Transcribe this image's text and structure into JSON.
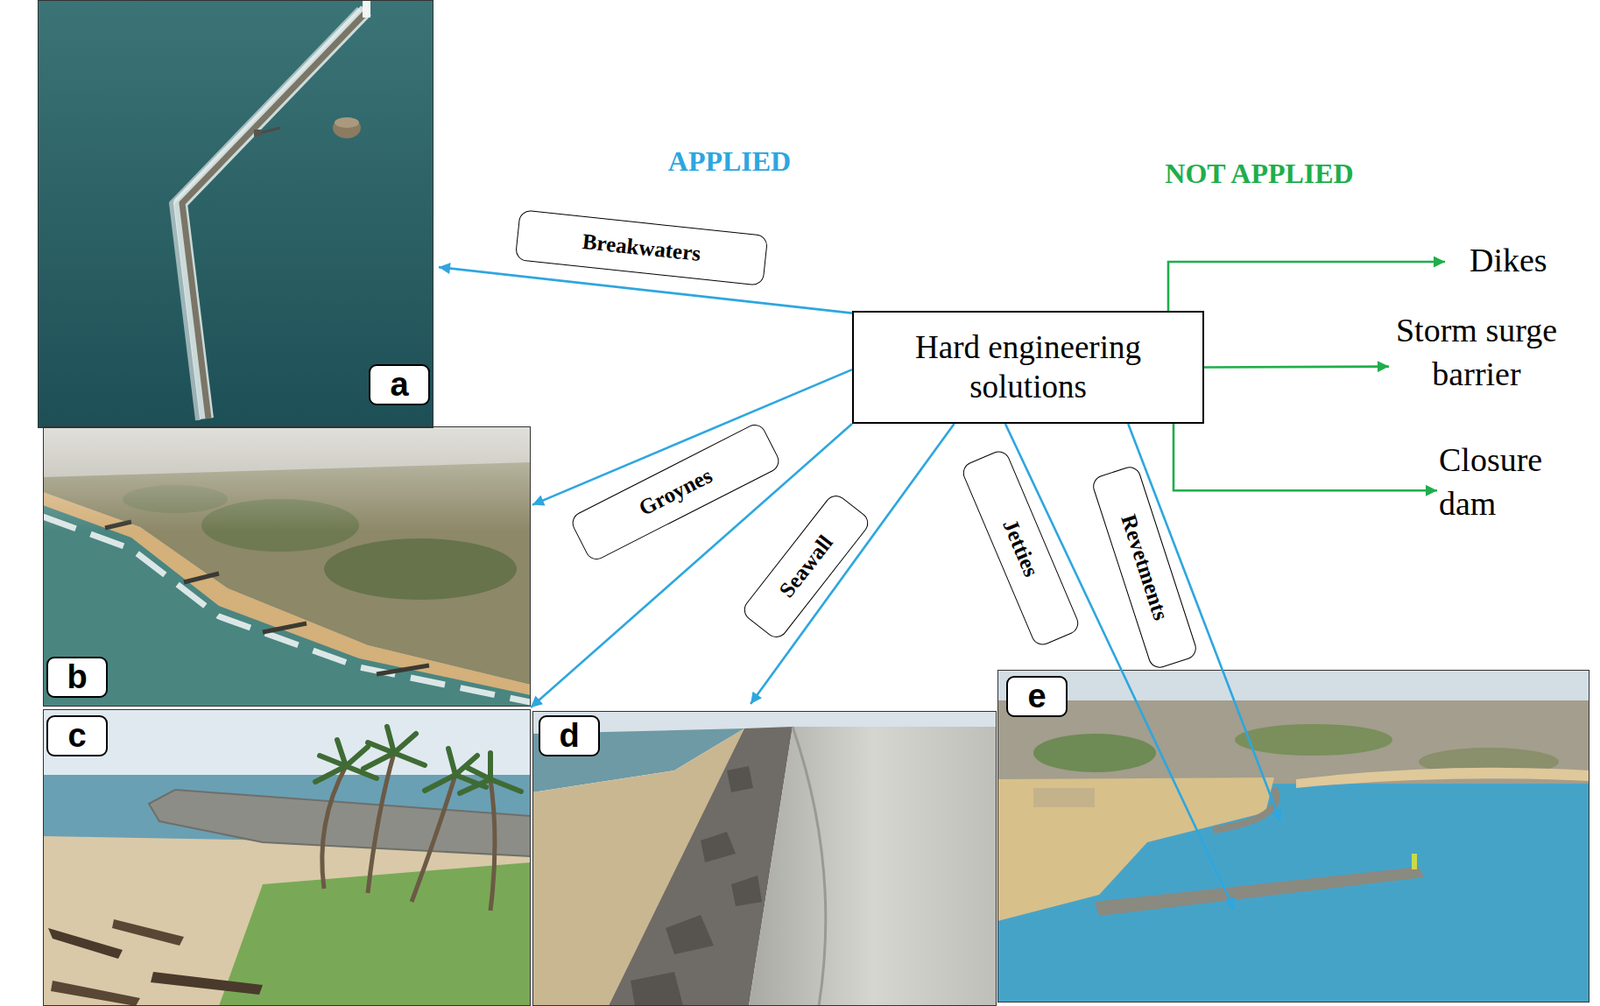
{
  "diagram": {
    "nodes": [
      {
        "text": [
          "Hard engineering solutions"
        ]
      },
      {
        "text": [
          "a"
        ]
      },
      {
        "text": [
          "b"
        ]
      },
      {
        "text": [
          "c"
        ]
      },
      {
        "text": [
          "d"
        ]
      },
      {
        "text": [
          "e"
        ]
      },
      {
        "text": [
          "Dikes"
        ]
      },
      {
        "text": [
          "Storm surge barrier"
        ]
      },
      {
        "text": [
          "Closure dam"
        ]
      }
    ],
    "edges": [
      {
        "from": 0,
        "to": 1,
        "arrow": "to",
        "label": "Breakwaters"
      },
      {
        "from": 0,
        "to": 2,
        "arrow": "to",
        "label": "Groynes"
      },
      {
        "from": 0,
        "to": 3,
        "arrow": "to"
      },
      {
        "from": 0,
        "to": 4,
        "arrow": "to",
        "label": "Seawall"
      },
      {
        "from": 0,
        "to": 5,
        "arrow": "to",
        "label": "Jetties"
      },
      {
        "from": 0,
        "to": 5,
        "arrow": "to",
        "label": "Revetments"
      },
      {
        "from": 0,
        "to": 6,
        "arrow": "to"
      },
      {
        "from": 0,
        "to": 7,
        "arrow": "to"
      },
      {
        "from": 0,
        "to": 8,
        "arrow": "to"
      }
    ],
    "labels": [
      "APPLIED",
      "NOT APPLIED"
    ]
  }
}
